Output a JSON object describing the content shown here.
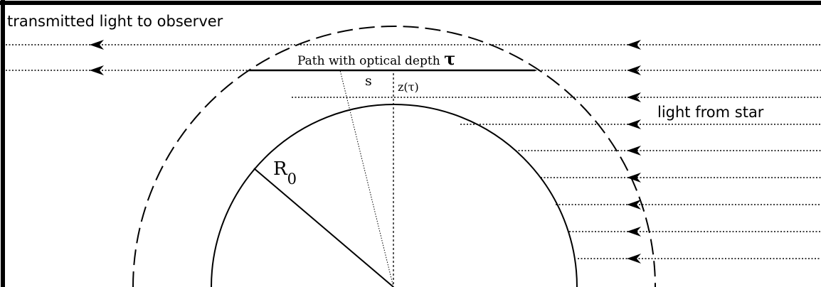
{
  "diagram": {
    "labels": {
      "transmitted": "transmitted light to observer",
      "path": "Path with optical depth ",
      "tau_symbol": "τ",
      "s": "s",
      "z": "z(τ)",
      "light_from_star": "light from star",
      "radius_base": "R",
      "radius_sub": "0"
    },
    "colors": {
      "line": "#000000",
      "background": "#ffffff"
    }
  }
}
